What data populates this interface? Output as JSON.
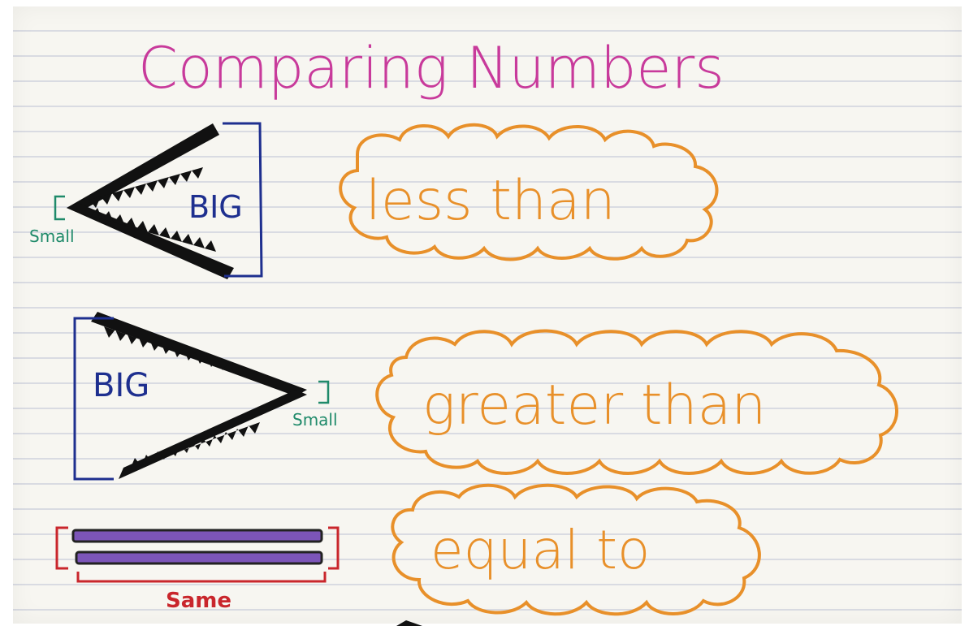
{
  "chart": {
    "title": "Comparing Numbers",
    "rows": [
      {
        "phrase": "less than",
        "big_label": "BIG",
        "small_label": "Small"
      },
      {
        "phrase": "greater than",
        "big_label": "BIG",
        "small_label": "Small"
      },
      {
        "phrase": "equal to",
        "same_label": "Same"
      }
    ]
  },
  "colors": {
    "title": "#c83a9b",
    "phrase": "#e8902a",
    "bracket_big": "#1e2f8f",
    "bracket_small": "#1f8a6a",
    "bracket_same": "#c9262c",
    "jaw": "#111111",
    "equal_bar": "#7c55b8"
  }
}
